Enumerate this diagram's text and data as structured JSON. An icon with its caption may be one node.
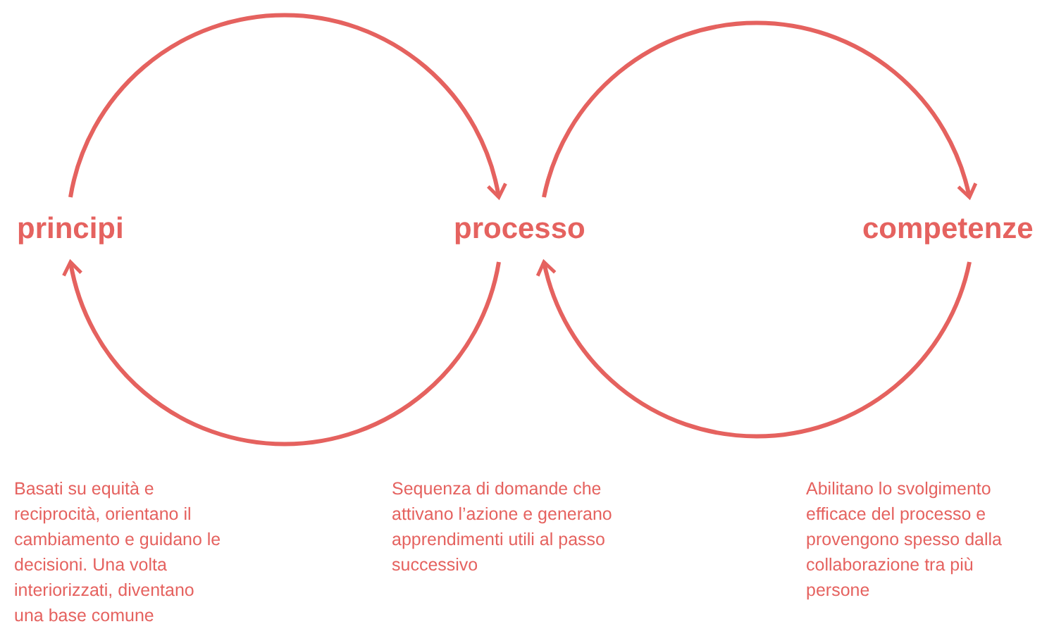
{
  "diagram": {
    "nodes": [
      {
        "text": [
          "principi"
        ]
      },
      {
        "text": [
          "processo"
        ]
      },
      {
        "text": [
          "competenze"
        ]
      }
    ],
    "edges": [
      {
        "from": 0,
        "to": 1,
        "arrow": "to"
      },
      {
        "from": 1,
        "to": 0,
        "arrow": "to"
      },
      {
        "from": 1,
        "to": 2,
        "arrow": "to"
      },
      {
        "from": 2,
        "to": 1,
        "arrow": "to"
      }
    ],
    "labels": [
      "Basati su equità e reciprocità, orientano il cambiamento e guidano le decisioni. Una volta interiorizzati, diventano una base comune",
      "Sequenza di domande che attivano l’azione e generano apprendimenti utili al passo successivo",
      "Abilitano lo svolgimento efficace del processo e provengono spesso dalla collaborazione tra più persone"
    ]
  }
}
